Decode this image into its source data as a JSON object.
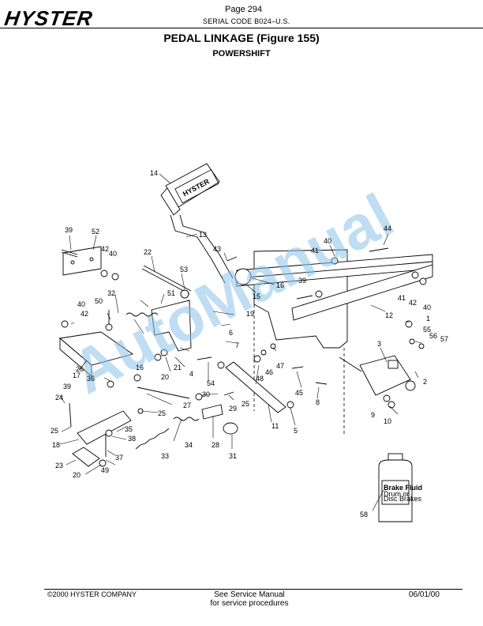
{
  "header": {
    "logo": "HYSTER",
    "page": "Page 294",
    "serial": "SERIAL CODE B024–U.S."
  },
  "title": "PEDAL LINKAGE (Figure 155)",
  "subtitle": "POWERSHIFT",
  "watermark": "AutoManual",
  "watermark_color": "#8cc3ea",
  "pedal_text": "HYSTER",
  "bottle": {
    "brand_line": "Brake Fluid",
    "sub1": "Drum or",
    "sub2": "Disc Brakes"
  },
  "callouts": [
    "1",
    "2",
    "3",
    "4",
    "5",
    "6",
    "7",
    "8",
    "9",
    "10",
    "11",
    "12",
    "13",
    "14",
    "15",
    "16",
    "16",
    "17",
    "18",
    "19",
    "20",
    "20",
    "21",
    "22",
    "23",
    "24",
    "25",
    "25",
    "25",
    "26",
    "27",
    "28",
    "29",
    "30",
    "31",
    "32",
    "33",
    "34",
    "35",
    "36",
    "37",
    "38",
    "39",
    "39",
    "39",
    "40",
    "40",
    "40",
    "40",
    "41",
    "41",
    "42",
    "42",
    "42",
    "43",
    "44",
    "45",
    "46",
    "47",
    "48",
    "49",
    "50",
    "51",
    "52",
    "53",
    "54",
    "55",
    "56",
    "57",
    "58"
  ],
  "footer": {
    "left": "©2000 HYSTER COMPANY",
    "center_1": "See Service Manual",
    "center_2": "for service procedures",
    "right": "06/01/00"
  }
}
